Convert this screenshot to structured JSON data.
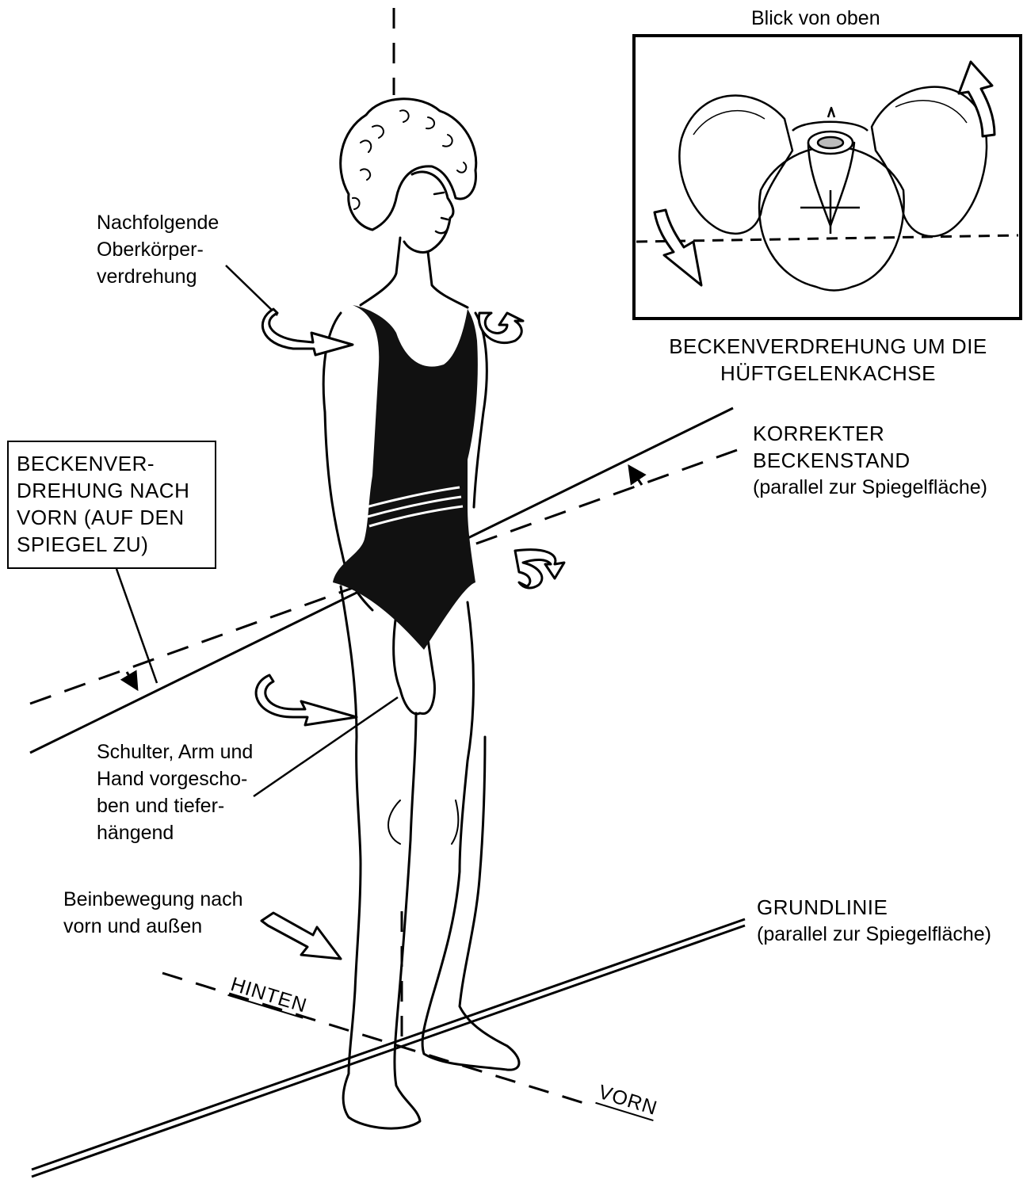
{
  "top_view": {
    "caption": "Blick von oben",
    "title_line1": "BECKENVERDREHUNG UM DIE",
    "title_line2": "HÜFTGELENKACHSE"
  },
  "labels": {
    "torso_twist": [
      "Nachfolgende",
      "Oberkörper-",
      "verdrehung"
    ],
    "pelvis_forward": [
      "BECKENVER-",
      "DREHUNG NACH",
      "VORN (AUF DEN",
      "SPIEGEL ZU)"
    ],
    "correct_pelvis": [
      "KORREKTER",
      "BECKENSTAND",
      "(parallel zur Spiegelfläche)"
    ],
    "shoulder_arm": [
      "Schulter, Arm und",
      "Hand vorgescho-",
      "ben und tiefer-",
      "hängend"
    ],
    "leg_move": [
      "Beinbewegung nach",
      "vorn und außen"
    ],
    "baseline": [
      "GRUNDLINIE",
      "(parallel zur Spiegelfläche)"
    ],
    "back": "HINTEN",
    "front": "VORN"
  },
  "colors": {
    "ink": "#000000",
    "paper": "#ffffff",
    "swimsuit": "#111111"
  }
}
